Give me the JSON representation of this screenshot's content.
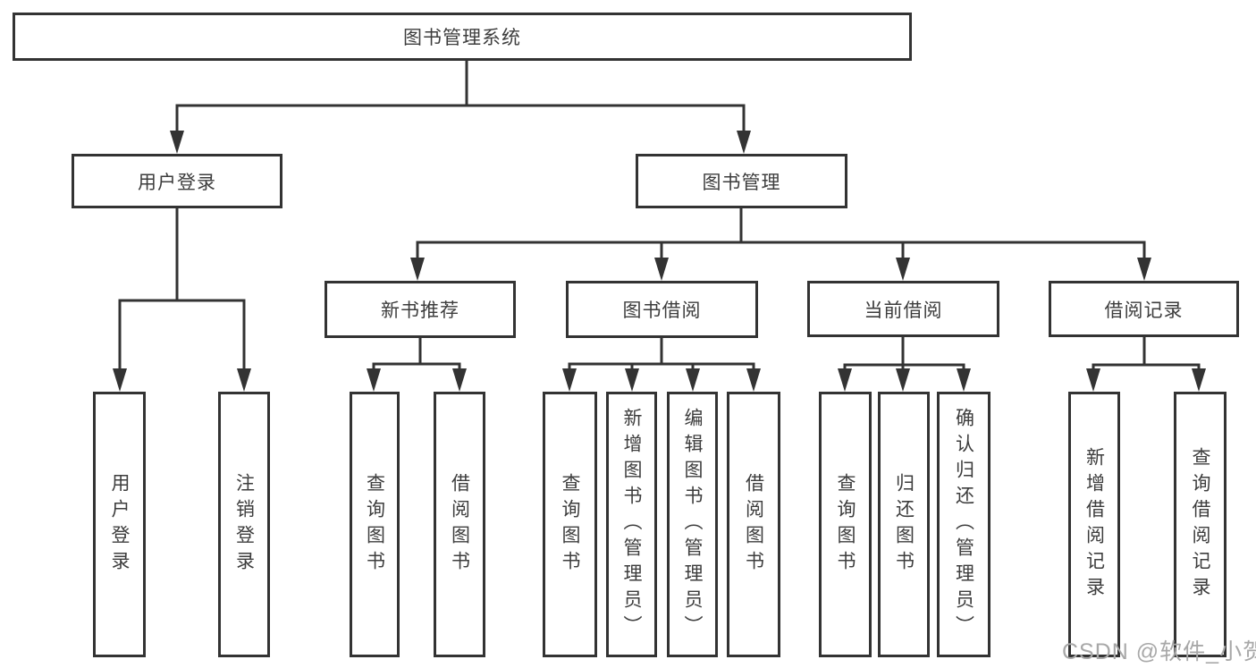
{
  "title": "图书管理系统",
  "level2": {
    "user_login": "用户登录",
    "book_management": "图书管理"
  },
  "level3": {
    "new_book_recommend": "新书推荐",
    "book_borrow": "图书借阅",
    "current_borrow": "当前借阅",
    "borrow_records": "借阅记录"
  },
  "leaves": {
    "user_login": "用户登录",
    "logout": "注销登录",
    "recommend_query_books": "查询图书",
    "recommend_borrow_books": "借阅图书",
    "borrow_query_books": "查询图书",
    "borrow_add_books": "新增图书（管理员）",
    "borrow_edit_books": "编辑图书（管理员）",
    "borrow_borrow_books": "借阅图书",
    "current_query_books": "查询图书",
    "current_return_books": "归还图书",
    "current_confirm_return": "确认归还（管理员）",
    "records_add_record": "新增借阅记录",
    "records_query_record": "查询借阅记录"
  },
  "watermark": "CSDN @软件_小贺同学",
  "colors": {
    "line": "#333333",
    "text": "#3d3d3d",
    "watermark": "#a8a8a8"
  }
}
